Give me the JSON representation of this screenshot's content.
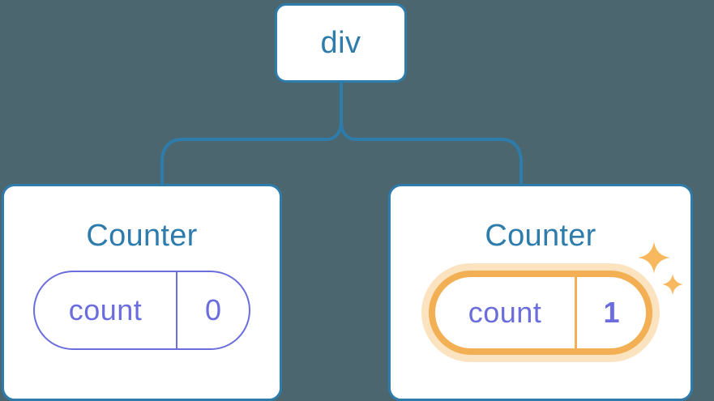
{
  "diagram": {
    "type": "component-tree",
    "background_color": "#4C6670",
    "node_border_color": "#2E7CAB",
    "node_text_color": "#2E7CAB",
    "state_color": "#6A6DDB",
    "highlight_color": "#F2AF54",
    "highlight_glow_color": "#F8D7A4",
    "connector_color": "#2E7CAB"
  },
  "root": {
    "label": "div"
  },
  "children": [
    {
      "title": "Counter",
      "state": {
        "key": "count",
        "value": "0"
      },
      "highlighted": false
    },
    {
      "title": "Counter",
      "state": {
        "key": "count",
        "value": "1"
      },
      "highlighted": true,
      "sparkles": [
        "sparkle-large",
        "sparkle-small"
      ]
    }
  ]
}
